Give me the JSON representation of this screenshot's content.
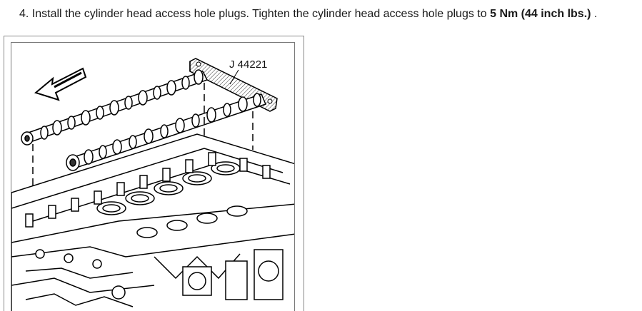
{
  "instruction": {
    "number": "4.",
    "text_before": "Install the cylinder head access hole plugs. Tighten the cylinder head access hole plugs to",
    "torque_value": "5 Nm (44 inch lbs.)",
    "text_after": "."
  },
  "figure": {
    "tool_callout": "J 44221"
  }
}
